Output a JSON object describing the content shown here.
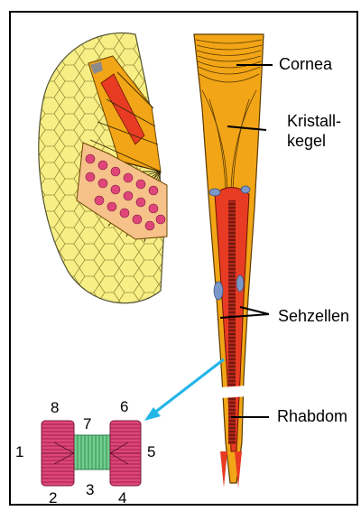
{
  "labels": {
    "cornea": "Cornea",
    "kristallkegel_line1": "Kristall-",
    "kristallkegel_line2": "kegel",
    "sehzellen": "Sehzellen",
    "rhabdom": "Rhabdom"
  },
  "cross_section_numbers": {
    "n1": "1",
    "n2": "2",
    "n3": "3",
    "n4": "4",
    "n5": "5",
    "n6": "6",
    "n7": "7",
    "n8": "8"
  },
  "colors": {
    "frame_border": "#000000",
    "eye_facets": "#f7ef86",
    "ommatidium_body": "#f2a516",
    "sehzellen_red": "#e83b24",
    "rhabdom_dark": "#7a1b12",
    "pigment_blue": "#7b97c8",
    "cross_section_pink": "#e0457a",
    "cross_section_green": "#6fcf8e",
    "arrow_blue": "#22b5e8"
  }
}
